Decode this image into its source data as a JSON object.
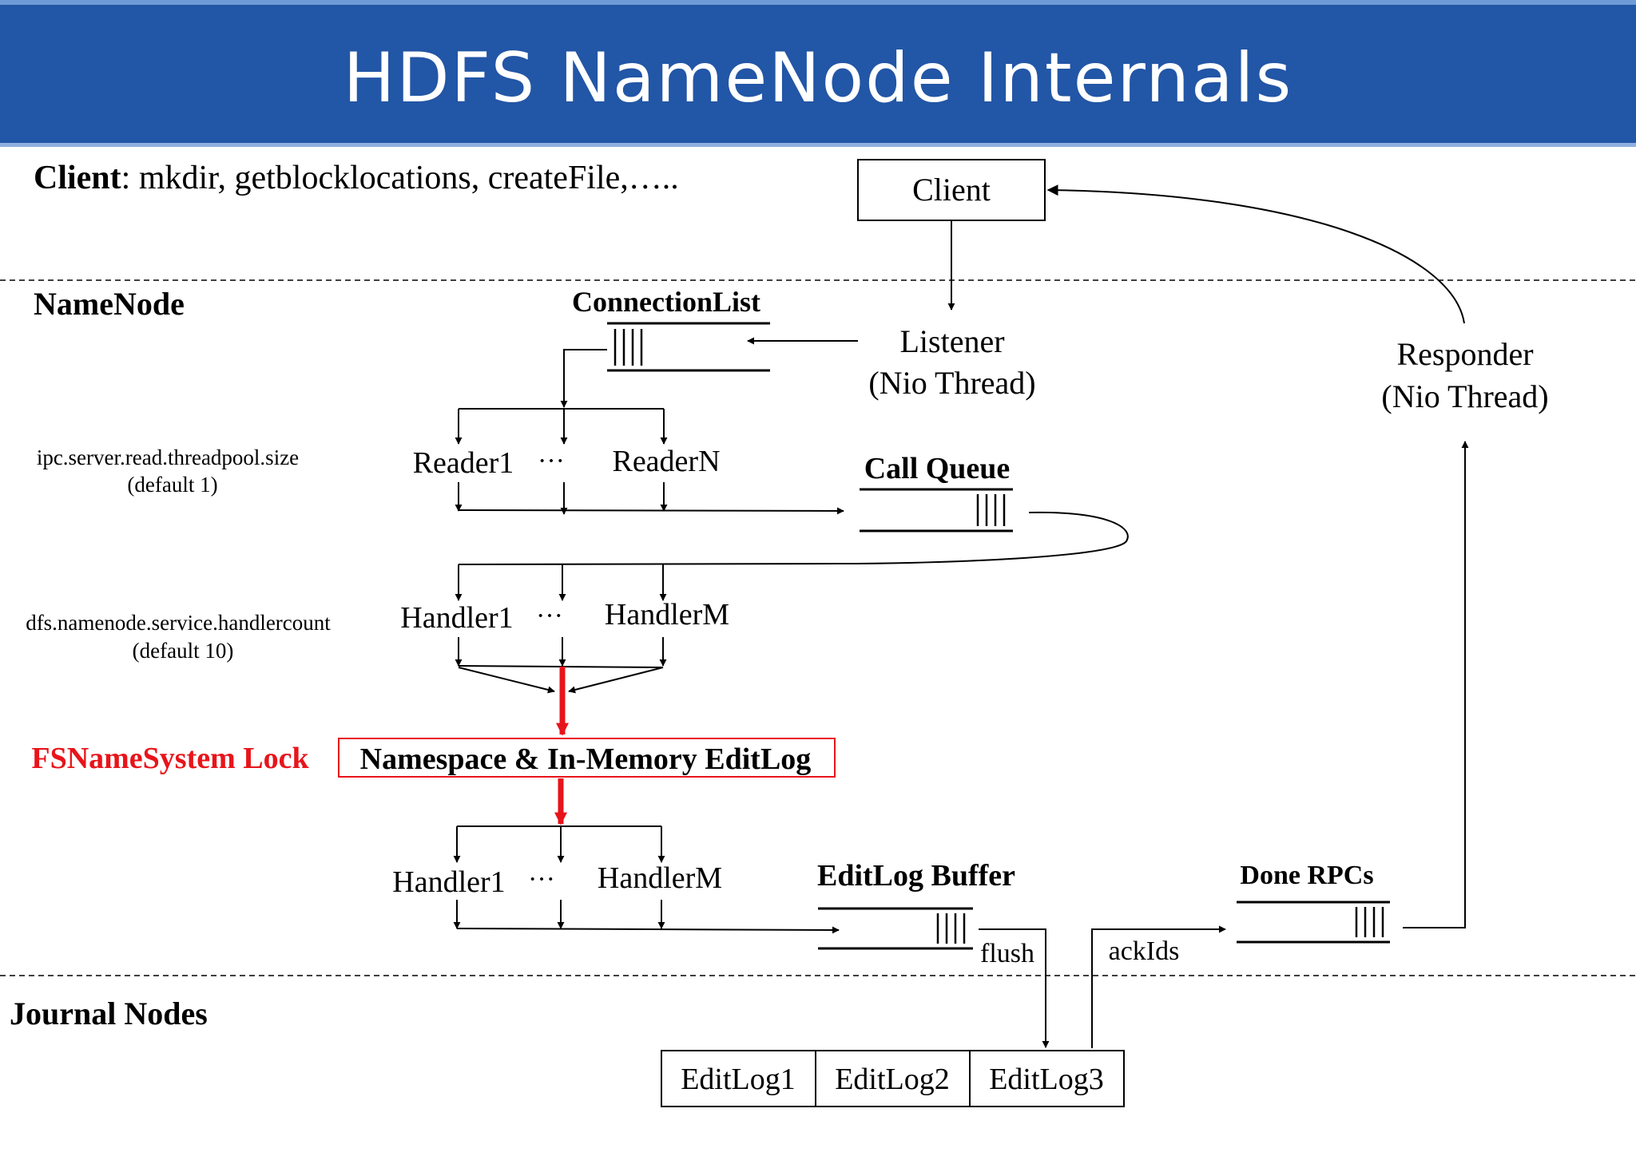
{
  "title": "HDFS NameNode Internals",
  "colors": {
    "title_bg": "#2256a6",
    "accent_red": "#e8141b",
    "line": "#000000"
  },
  "client_ops": {
    "label": "Client",
    "ops": ": mkdir, getblocklocations, createFile,….."
  },
  "sections": {
    "namenode": "NameNode",
    "journal": "Journal Nodes"
  },
  "nodes": {
    "client": "Client",
    "connection_list": "ConnectionList",
    "listener": "Listener",
    "listener_thread": "(Nio Thread)",
    "responder": "Responder",
    "responder_thread": "(Nio Thread)",
    "reader1": "Reader1",
    "readerN": "ReaderN",
    "call_queue": "Call Queue",
    "handler1": "Handler1",
    "handlerM": "HandlerM",
    "namespace": "Namespace & In-Memory EditLog",
    "fsn_lock": "FSNameSystem Lock",
    "editlog_buffer": "EditLog Buffer",
    "done_rpcs": "Done RPCs",
    "flush": "flush",
    "ackids": "ackIds",
    "ellipsis": "···",
    "editlogs": [
      "EditLog1",
      "EditLog2",
      "EditLog3"
    ]
  },
  "configs": {
    "reader_key": "ipc.server.read.threadpool.size",
    "reader_default": "(default 1)",
    "handler_key": "dfs.namenode.service.handlercount",
    "handler_default": "(default 10)"
  }
}
